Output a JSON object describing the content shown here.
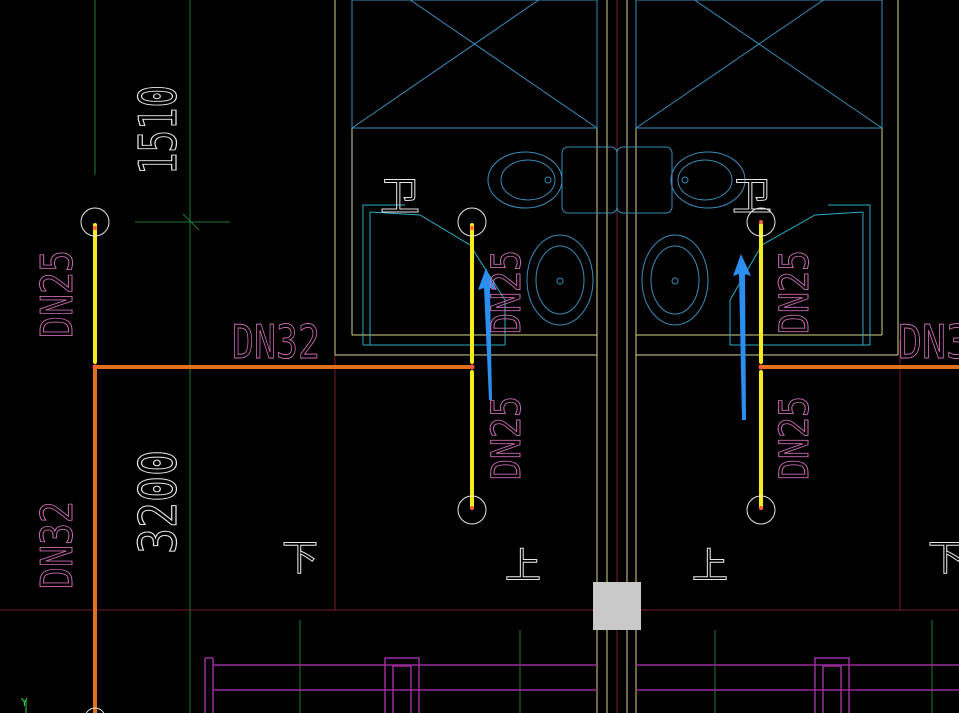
{
  "colors": {
    "background": "#000000",
    "pipe_main": "#e0701a",
    "pipe_branch": "#f5ee1c",
    "label": "#c76cb0",
    "dimension": "#e6e6e6",
    "wall": "#d8d28a",
    "fixture": "#3a8bb8",
    "grid_green": "#1f7a2e",
    "grid_red": "#7a1e2a",
    "wall_purple": "#9b2a9b",
    "arrow": "#2a8ff0",
    "block": "#c8c8c8"
  },
  "dimensions": {
    "top": "1510",
    "middle": "3200"
  },
  "pipe_labels": {
    "left_vertical_top": "DN25",
    "left_vertical_bottom": "DN32",
    "main_horizontal_left": "DN32",
    "main_horizontal_right": "DN3",
    "center_riser_upper": "DN25",
    "center_riser_lower": "DN25",
    "right_riser_upper": "DN25",
    "right_riser_lower": "DN25"
  },
  "room_labels": {
    "left_toilet": "卫",
    "right_toilet": "卫"
  },
  "stair_labels": {
    "down_left": "下",
    "up_center_left": "上",
    "up_center_right": "上",
    "down_right": "下"
  },
  "axis_label": "Y"
}
